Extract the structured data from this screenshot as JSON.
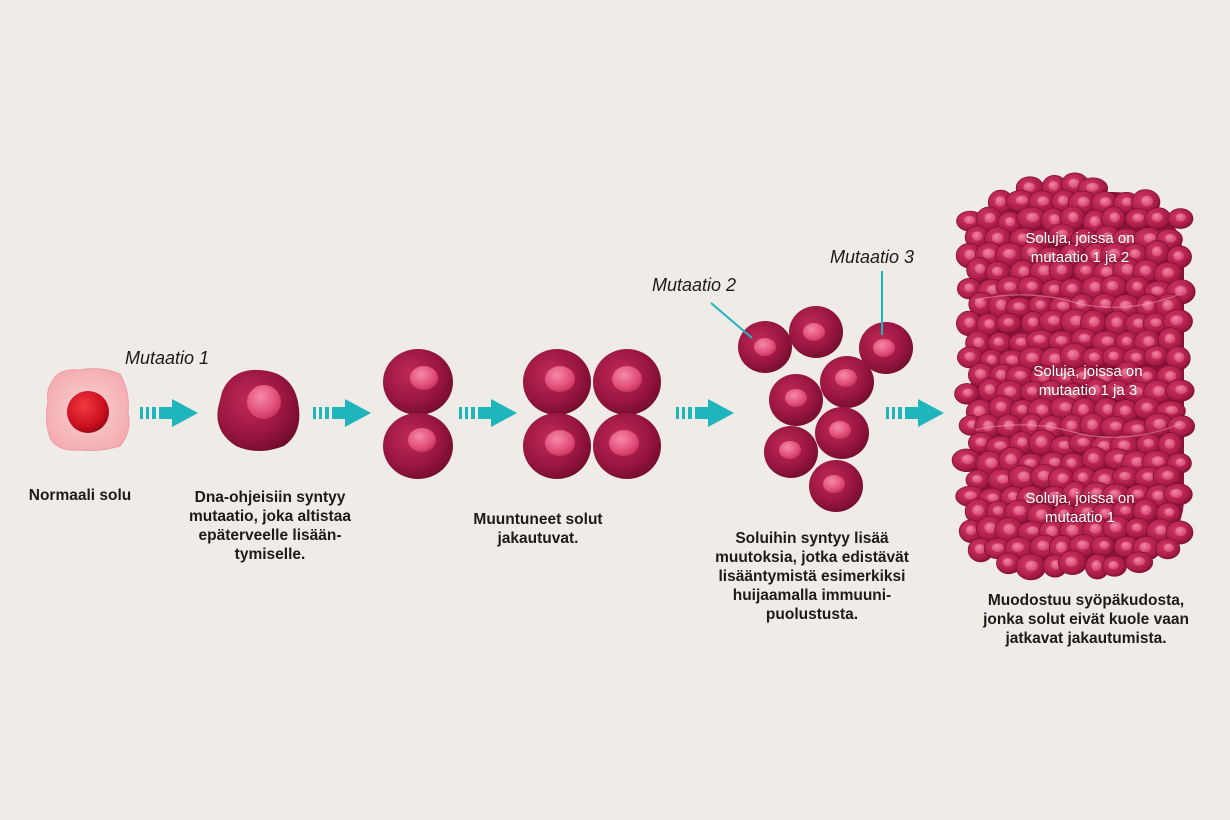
{
  "labels": {
    "mutation_1": "Mutaatio 1",
    "mutation_2": "Mutaatio 2",
    "mutation_3": "Mutaatio 3"
  },
  "captions": {
    "stage_1": "Normaali solu",
    "stage_2": "Dna-ohjeisiin syntyy\nmutaatio, joka altistaa\nepäterveelle lisään-\ntymiselle.",
    "stage_3": "Muuntuneet solut\njakautuvat.",
    "stage_4": "Soluihin syntyy lisää\nmuutoksia, jotka edistävät\nlisääntymistä esimerkiksi\nhuijaamalla immuuni-\npuolustusta.",
    "stage_5": "Muodostuu syöpäkudosta,\njonka solut eivät kuole vaan\njatkavat jakautumista."
  },
  "tumor_regions": {
    "top": "Soluja, joissa on\nmutaatio 1 ja 2",
    "middle": "Soluja, joissa on\nmutaatio 1 ja 3",
    "bottom": "Soluja, joissa on\nmutaatio 1"
  },
  "colors": {
    "background": "#efebe6",
    "arrow": "#1fb5bd",
    "cell_dark": "#8a1237",
    "cell_mid": "#b3234f",
    "nucleus": "#ec5d85",
    "normal_cell": "#f6b8bb",
    "normal_nucleus": "#d5101e",
    "text": "#1e1a1a"
  }
}
